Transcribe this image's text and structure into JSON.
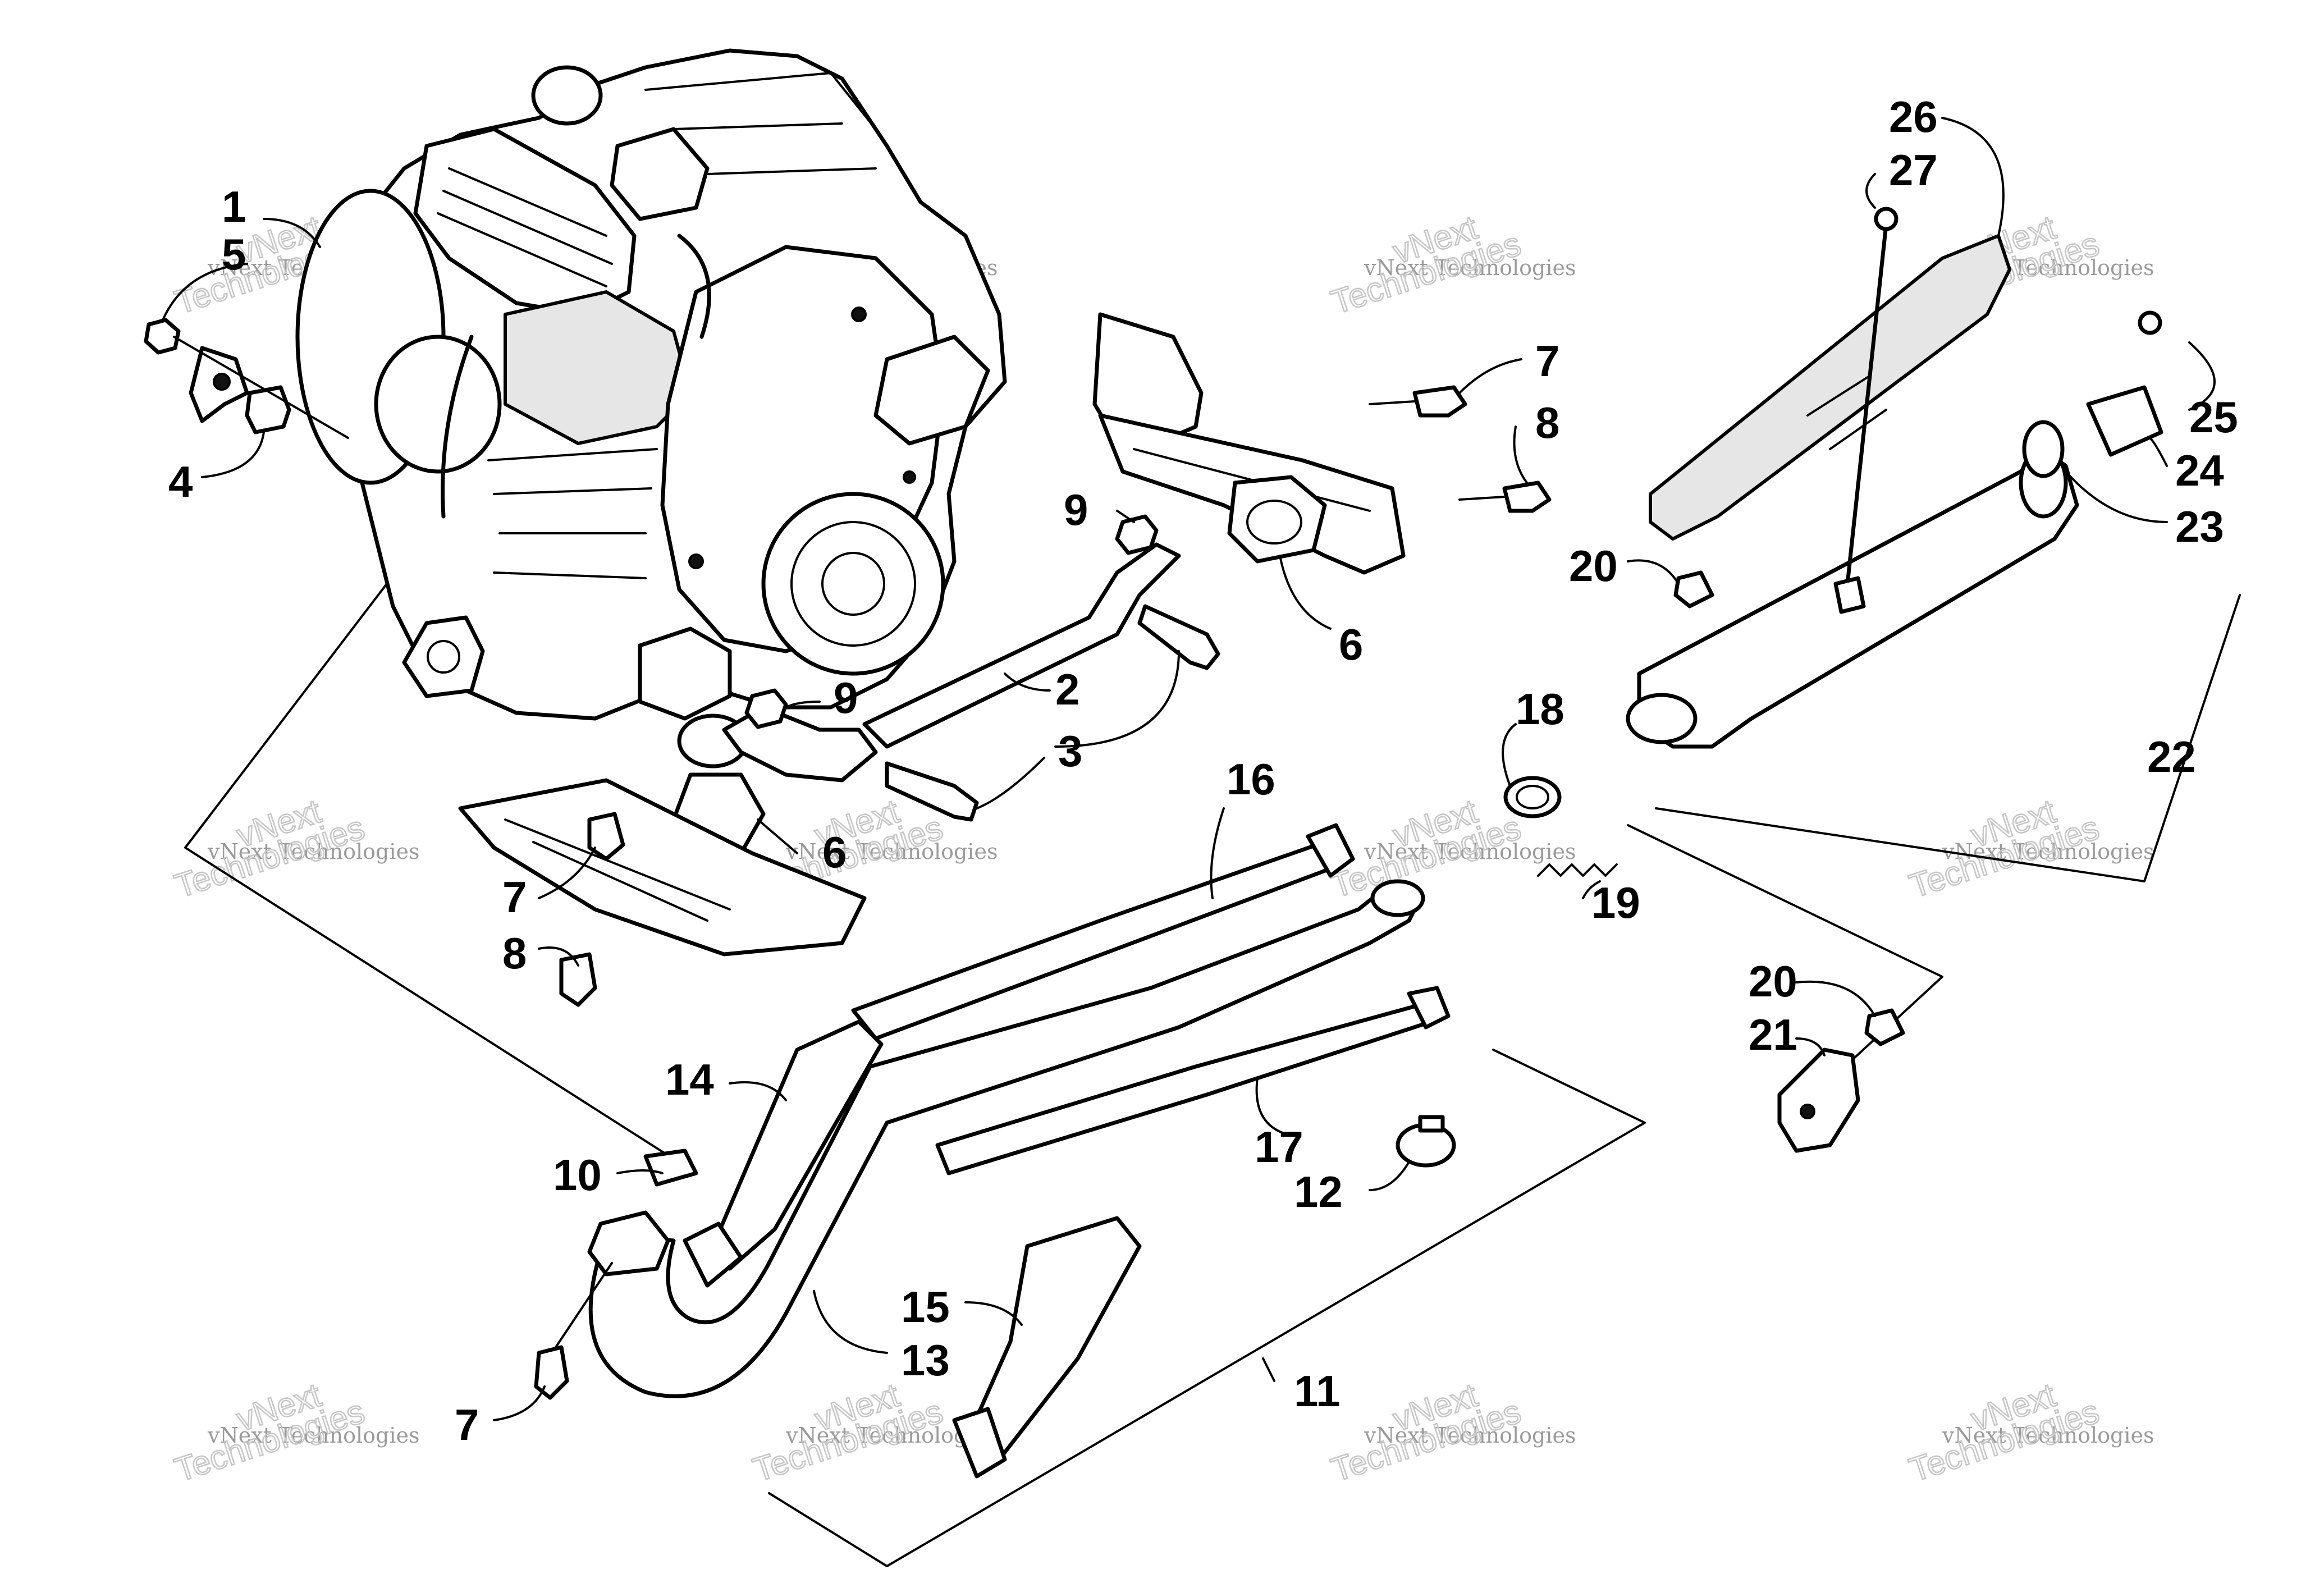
{
  "watermark": {
    "line1": "vNext Technologies",
    "line2a": "vNext",
    "line2b": "Technologies"
  },
  "callouts": [
    {
      "id": "1",
      "label": "1"
    },
    {
      "id": "5",
      "label": "5"
    },
    {
      "id": "4",
      "label": "4"
    },
    {
      "id": "7a",
      "label": "7"
    },
    {
      "id": "8a",
      "label": "8"
    },
    {
      "id": "9a",
      "label": "9"
    },
    {
      "id": "6a",
      "label": "6"
    },
    {
      "id": "2",
      "label": "2"
    },
    {
      "id": "9b",
      "label": "9"
    },
    {
      "id": "3",
      "label": "3"
    },
    {
      "id": "6b",
      "label": "6"
    },
    {
      "id": "7b",
      "label": "7"
    },
    {
      "id": "8b",
      "label": "8"
    },
    {
      "id": "16",
      "label": "16"
    },
    {
      "id": "18",
      "label": "18"
    },
    {
      "id": "19",
      "label": "19"
    },
    {
      "id": "14",
      "label": "14"
    },
    {
      "id": "10",
      "label": "10"
    },
    {
      "id": "17",
      "label": "17"
    },
    {
      "id": "12",
      "label": "12"
    },
    {
      "id": "15",
      "label": "15"
    },
    {
      "id": "13",
      "label": "13"
    },
    {
      "id": "11",
      "label": "11"
    },
    {
      "id": "7c",
      "label": "7"
    },
    {
      "id": "26",
      "label": "26"
    },
    {
      "id": "27",
      "label": "27"
    },
    {
      "id": "25",
      "label": "25"
    },
    {
      "id": "24",
      "label": "24"
    },
    {
      "id": "23",
      "label": "23"
    },
    {
      "id": "20a",
      "label": "20"
    },
    {
      "id": "22",
      "label": "22"
    },
    {
      "id": "20b",
      "label": "20"
    },
    {
      "id": "21",
      "label": "21"
    }
  ]
}
